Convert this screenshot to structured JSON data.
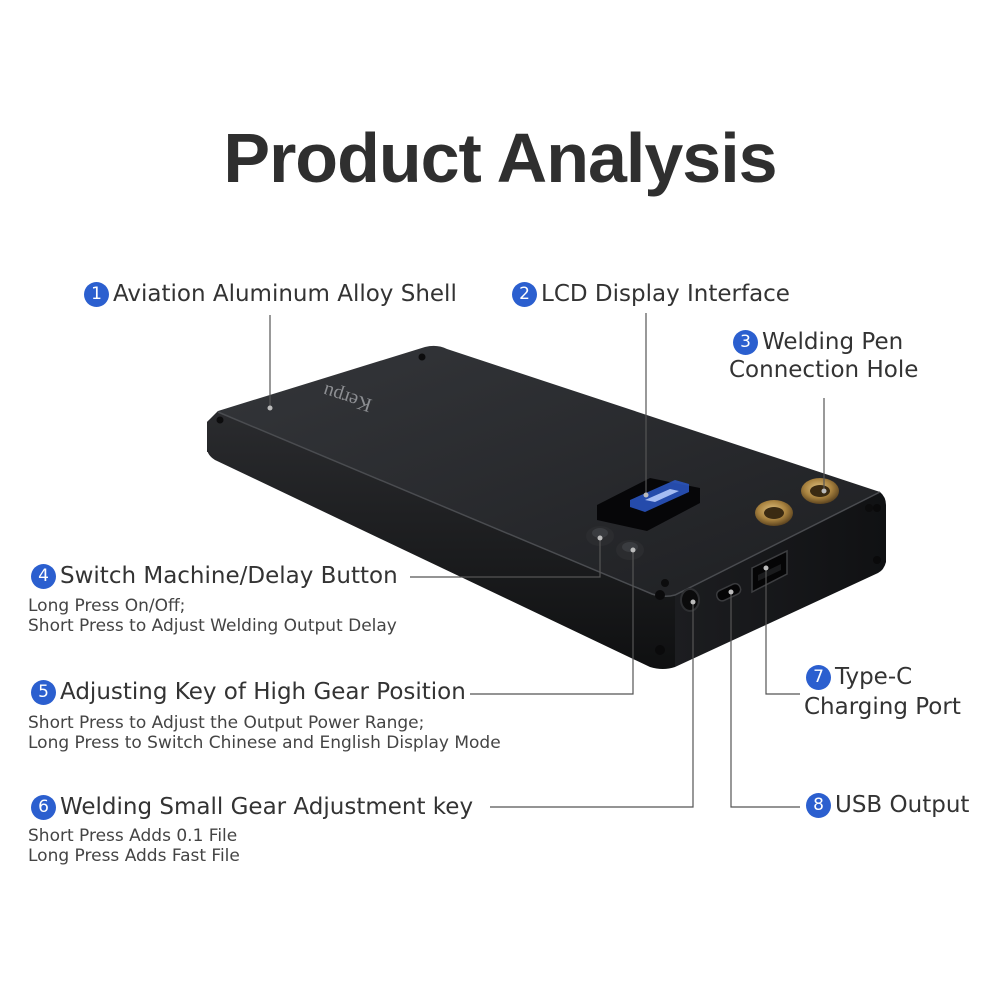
{
  "title": "Product Analysis",
  "device": {
    "brand_text": "Kerpu"
  },
  "callouts": [
    {
      "num": "1",
      "label": "Aviation Aluminum Alloy Shell"
    },
    {
      "num": "2",
      "label": "LCD Display Interface"
    },
    {
      "num": "3",
      "label": "Welding Pen",
      "label2": "Connection Hole"
    },
    {
      "num": "4",
      "label": "Switch Machine/Delay Button",
      "desc1": "Long Press On/Off;",
      "desc2": "Short Press to Adjust Welding Output Delay"
    },
    {
      "num": "5",
      "label": "Adjusting Key of High Gear Position",
      "desc1": "Short Press to Adjust the Output Power Range;",
      "desc2": "Long Press to Switch Chinese and English Display Mode"
    },
    {
      "num": "6",
      "label": "Welding Small Gear Adjustment key",
      "desc1": "Short Press Adds 0.1 File",
      "desc2": "Long Press Adds Fast File"
    },
    {
      "num": "7",
      "label": "Type-C",
      "label2": "Charging Port"
    },
    {
      "num": "8",
      "label": "USB Output"
    }
  ],
  "colors": {
    "badge": "#2b5fcf",
    "device_body": "#1f2022",
    "brass": "#b08a45"
  }
}
